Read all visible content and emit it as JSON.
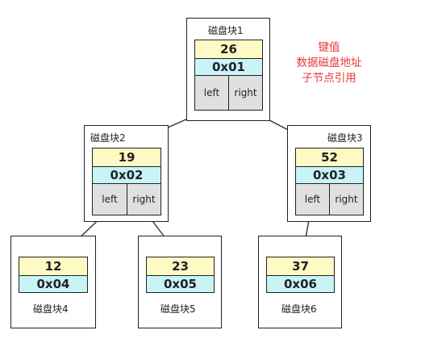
{
  "blocks": [
    {
      "title": "磁盘块1",
      "key": "26",
      "addr": "0x01",
      "left": "left",
      "right": "right"
    },
    {
      "title": "磁盘块2",
      "key": "19",
      "addr": "0x02",
      "left": "left",
      "right": "right"
    },
    {
      "title": "磁盘块3",
      "key": "52",
      "addr": "0x03",
      "left": "left",
      "right": "right"
    },
    {
      "title": "磁盘块4",
      "key": "12",
      "addr": "0x04"
    },
    {
      "title": "磁盘块5",
      "key": "23",
      "addr": "0x05"
    },
    {
      "title": "磁盘块6",
      "key": "37",
      "addr": "0x06"
    }
  ],
  "legend": {
    "line1": "键值",
    "line2": "数据磁盘地址",
    "line3": "子节点引用"
  },
  "colors": {
    "key_fill": "#fff9c4",
    "addr_fill": "#c8f4f7",
    "pointer_fill": "#e0e0e0",
    "legend_text": "#e53935",
    "border": "#222222"
  }
}
